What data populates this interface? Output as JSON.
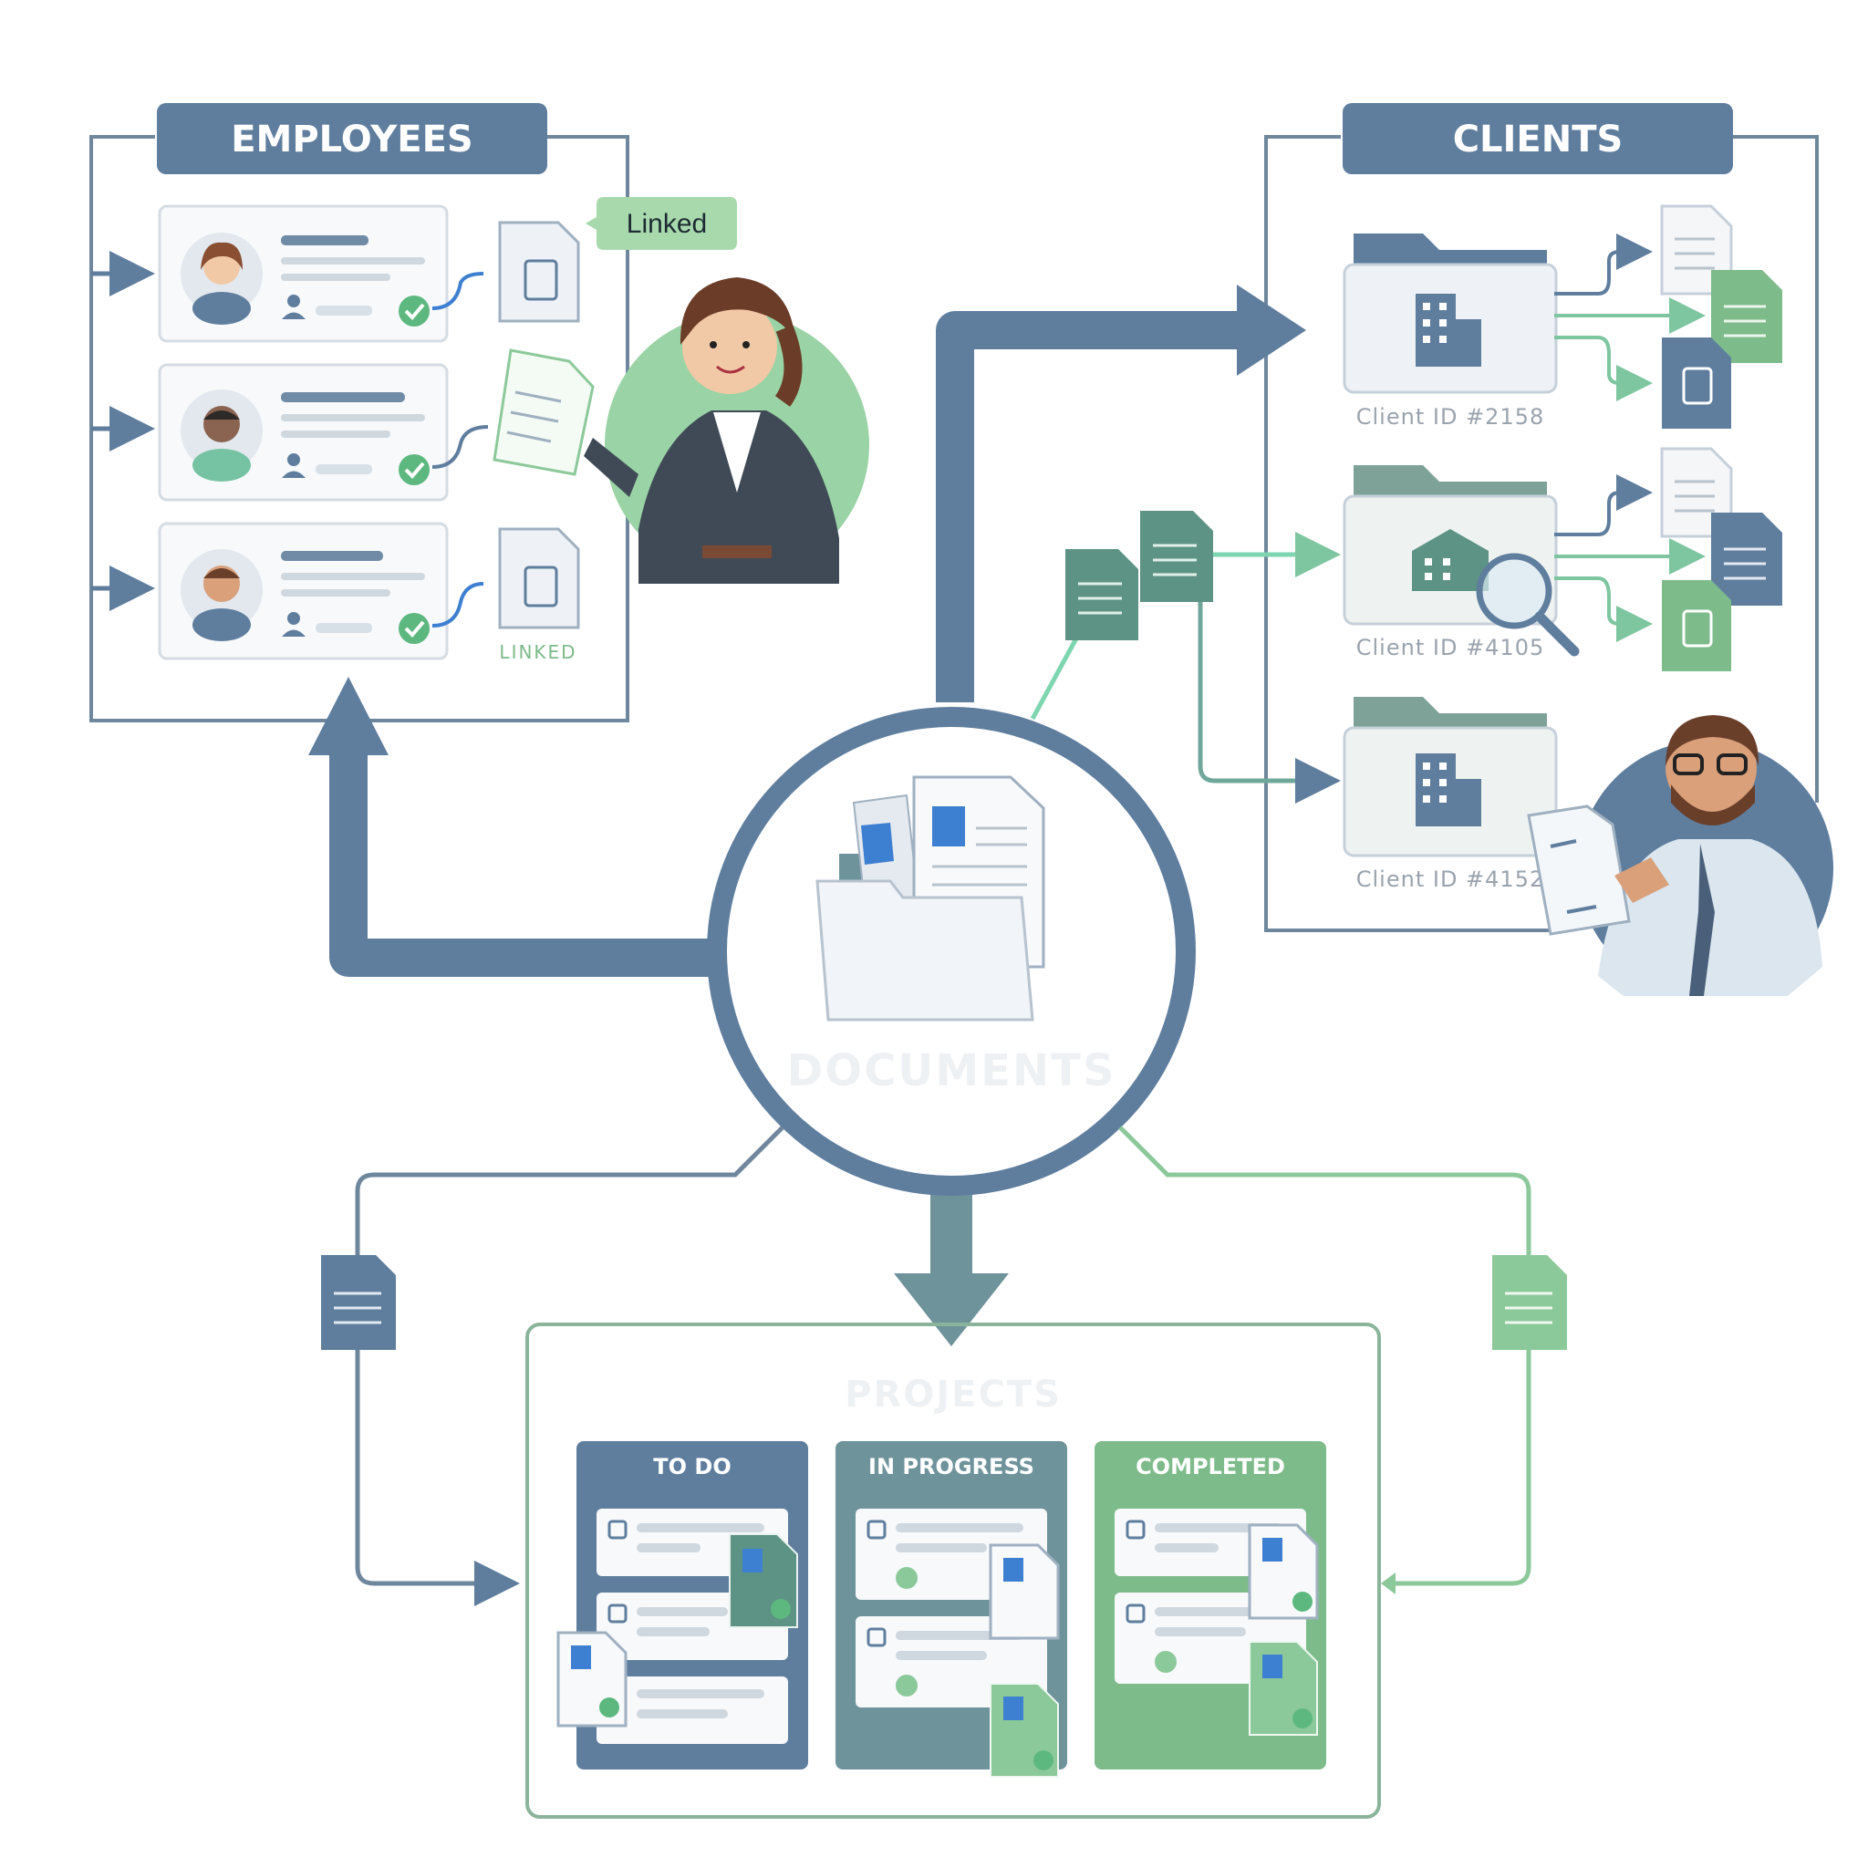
{
  "employees": {
    "title": "EMPLOYEES",
    "linked_badge": "Linked",
    "linked_caption": "LINKED"
  },
  "clients": {
    "title": "CLIENTS",
    "ids": [
      "Client ID #2158",
      "Client ID #4105",
      "Client ID #4152"
    ]
  },
  "documents": {
    "title": "DOCUMENTS"
  },
  "projects": {
    "title": "PROJECTS",
    "columns": [
      "TO DO",
      "IN PROGRESS",
      "COMPLETED"
    ]
  },
  "colors": {
    "slate": "#5f7e9e",
    "green": "#7dbb8a",
    "teal": "#5d9384",
    "blue": "#3d7fd0",
    "line": "#6f879d"
  }
}
